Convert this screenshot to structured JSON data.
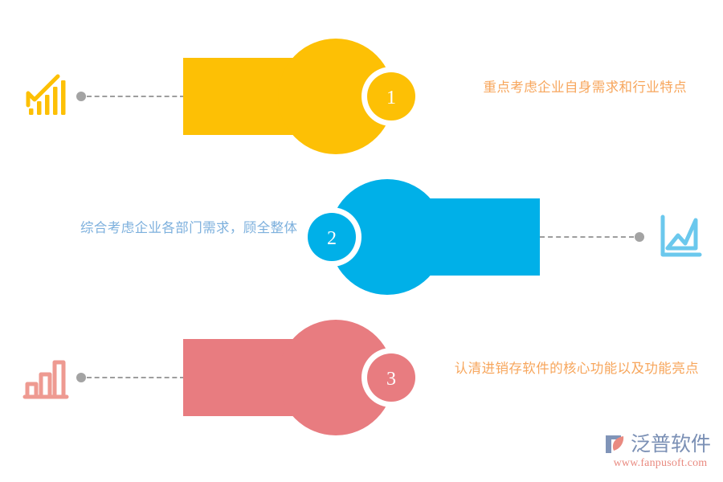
{
  "palette": {
    "yellow": "#FDC005",
    "blue": "#00B0E8",
    "salmon": "#E87C80",
    "text_orange": "#F7A65C",
    "text_blue": "#7DB0DD",
    "connector_gray": "#9E9E9E",
    "dot_gray": "#A3A3A3",
    "logo_name": "#7B90B5",
    "logo_url": "#E98A80",
    "background": "#FFFFFF"
  },
  "steps": [
    {
      "number": "1",
      "color": "#FDC005",
      "icon": "bar-chart-trend-icon",
      "direction": "left-to-right",
      "text": "重点考虑企业自身需求和行业特点",
      "text_color": "#F7A65C"
    },
    {
      "number": "2",
      "color": "#00B0E8",
      "icon": "line-chart-icon",
      "direction": "right-to-left",
      "text": "综合考虑企业各部门需求，顾全整体",
      "text_color": "#7DB0DD"
    },
    {
      "number": "3",
      "color": "#E87C80",
      "icon": "bar-chart-icon",
      "direction": "left-to-right",
      "text": "认清进销存软件的核心功能以及功能亮点",
      "text_color": "#F7A65C"
    }
  ],
  "logo": {
    "name": "泛普软件",
    "url": "www.fanpusoft.com",
    "mark": "fanpu-swoosh-logo-icon"
  }
}
